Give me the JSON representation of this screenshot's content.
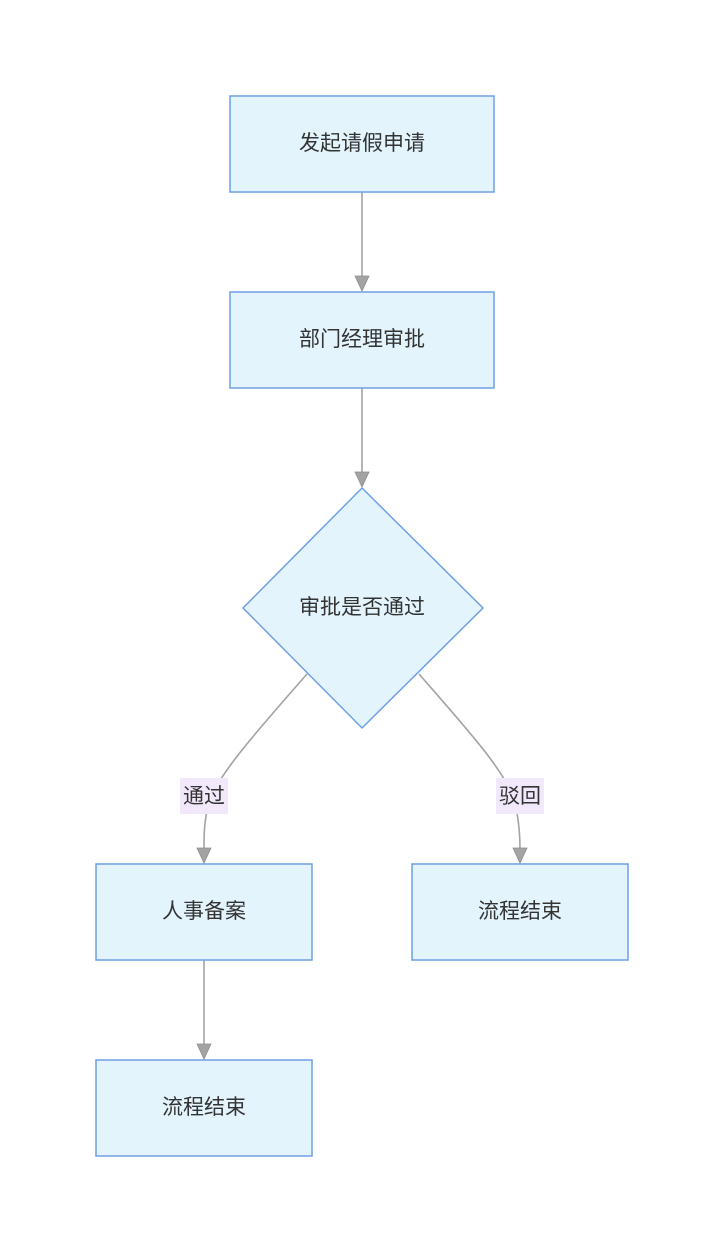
{
  "nodes": {
    "start": {
      "label": "发起请假申请"
    },
    "manager": {
      "label": "部门经理审批"
    },
    "decision": {
      "label": "审批是否通过"
    },
    "hr": {
      "label": "人事备案"
    },
    "end_reject": {
      "label": "流程结束"
    },
    "end_approve": {
      "label": "流程结束"
    }
  },
  "edges": {
    "approve": {
      "label": "通过"
    },
    "reject": {
      "label": "驳回"
    }
  },
  "colors": {
    "node_fill": "#e3f4fc",
    "node_stroke": "#6ea0e4",
    "edge": "#a3a3a3",
    "edge_label_bg": "#f1e9fb",
    "text": "#333333"
  }
}
